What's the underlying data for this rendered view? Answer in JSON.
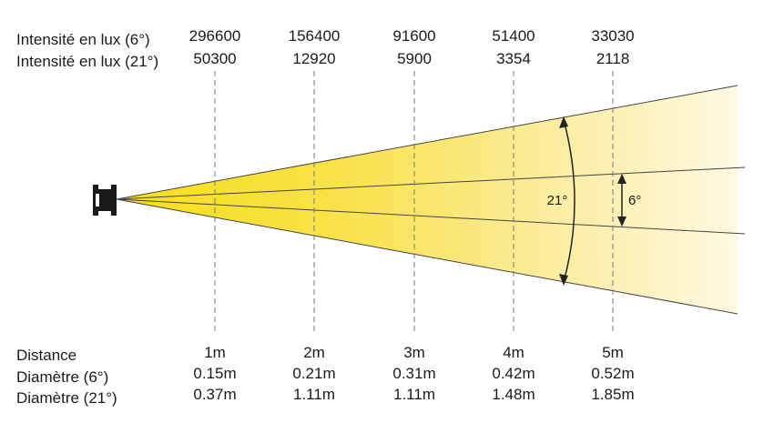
{
  "rows_top": {
    "intensity_6": {
      "label": "Intensité en lux (6°)",
      "values": [
        "296600",
        "156400",
        "91600",
        "51400",
        "33030"
      ]
    },
    "intensity_21": {
      "label": "Intensité en lux (21°)",
      "values": [
        "50300",
        "12920",
        "5900",
        "3354",
        "2118"
      ]
    }
  },
  "rows_bottom": {
    "distance": {
      "label": "Distance",
      "values": [
        "1m",
        "2m",
        "3m",
        "4m",
        "5m"
      ]
    },
    "diameter_6": {
      "label": "Diamètre (6°)",
      "values": [
        "0.15m",
        "0.21m",
        "0.31m",
        "0.42m",
        "0.52m"
      ]
    },
    "diameter_21": {
      "label": "Diamètre (21°)",
      "values": [
        "0.37m",
        "1.11m",
        "1.11m",
        "1.48m",
        "1.85m"
      ]
    }
  },
  "angles": {
    "wide": "21°",
    "narrow": "6°"
  },
  "colors": {
    "beam_near": "#f7df1a",
    "beam_far": "#fffbe8",
    "fixture": "#1a1a1a",
    "lines": "#444444",
    "dashes": "#777777"
  }
}
